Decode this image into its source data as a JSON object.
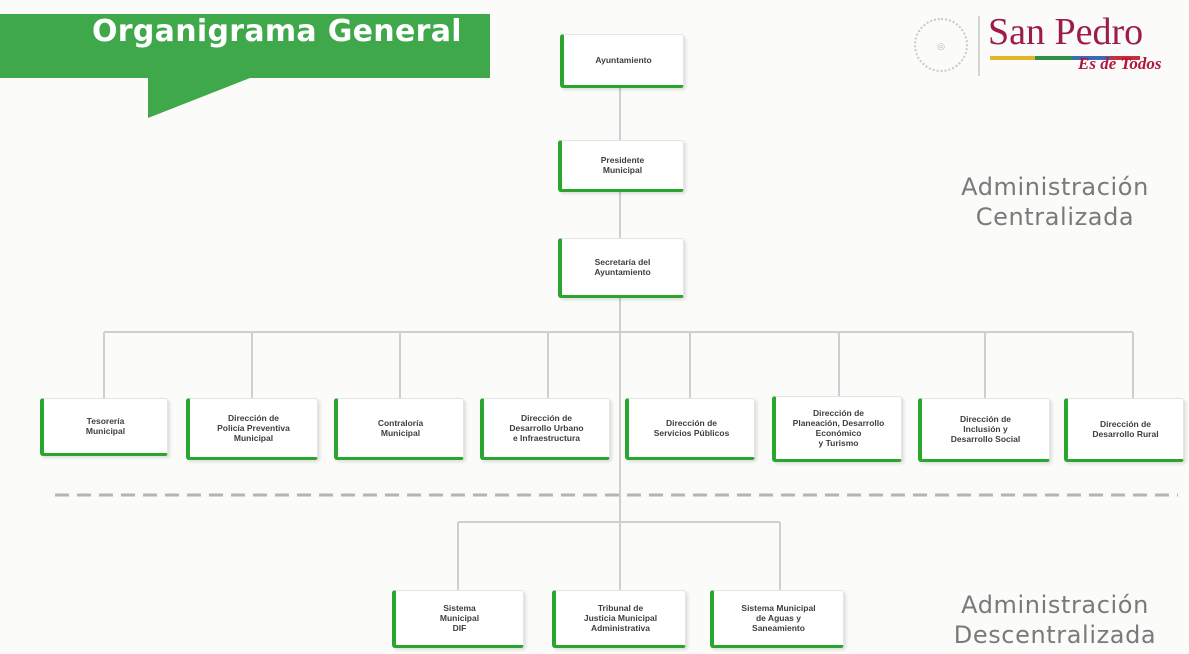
{
  "header": {
    "title": "Organigrama General"
  },
  "logo": {
    "name": "San Pedro",
    "tagline": "Es de Todos"
  },
  "sections": {
    "centralizada": [
      "Administración",
      "Centralizada"
    ],
    "descentralizada": [
      "Administración",
      "Descentralizada"
    ]
  },
  "colors": {
    "accent": "#2aa52e",
    "banner": "#3fa84a",
    "heading": "#7a7a7a",
    "brand": "#9c1d4a"
  },
  "chain": [
    {
      "id": "ayuntamiento",
      "label": "Ayuntamiento"
    },
    {
      "id": "presidente",
      "label": "Presidente\nMunicipal"
    },
    {
      "id": "secretaria",
      "label": "Secretaría del\nAyuntamiento"
    }
  ],
  "centralized_units": [
    {
      "id": "tesoreria",
      "label": "Tesorería\nMunicipal"
    },
    {
      "id": "policia",
      "label": "Dirección de\nPolicía Preventiva\nMunicipal"
    },
    {
      "id": "contraloria",
      "label": "Contraloría\nMunicipal"
    },
    {
      "id": "desarrollo-urbano",
      "label": "Dirección de\nDesarrollo Urbano\ne Infraestructura"
    },
    {
      "id": "servicios-publicos",
      "label": "Dirección de\nServicios Públicos"
    },
    {
      "id": "planeacion",
      "label": "Dirección de\nPlaneación, Desarrollo\nEconómico\ny Turismo"
    },
    {
      "id": "inclusion",
      "label": "Dirección de\nInclusión y\nDesarrollo Social"
    },
    {
      "id": "desarrollo-rural",
      "label": "Dirección de\nDesarrollo Rural"
    }
  ],
  "decentralized_units": [
    {
      "id": "dif",
      "label": "Sistema\nMunicipal\nDIF"
    },
    {
      "id": "tribunal",
      "label": "Tribunal de\nJusticia Municipal\nAdministrativa"
    },
    {
      "id": "agua",
      "label": "Sistema Municipal\nde Aguas y\nSaneamiento"
    }
  ]
}
